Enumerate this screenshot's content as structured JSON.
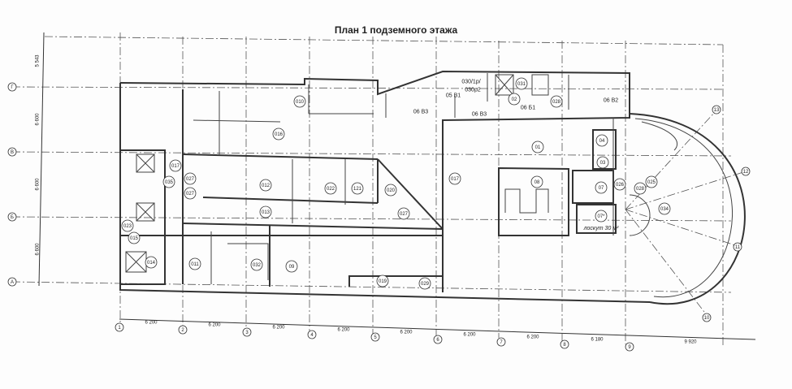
{
  "title": "План 1 подземного этажа",
  "axes": {
    "columns": [
      "1",
      "2",
      "3",
      "4",
      "5",
      "6",
      "7",
      "8",
      "9"
    ],
    "column_spacings": [
      "6 200",
      "6 200",
      "6 200",
      "6 200",
      "6 200",
      "6 200",
      "6 200",
      "6 180",
      "9 920"
    ],
    "rows": [
      "Г",
      "В",
      "Б",
      "А"
    ],
    "row_spacings": [
      "5 543",
      "6 600",
      "6 600",
      "6 600"
    ],
    "radial": [
      "13",
      "12",
      "11",
      "10"
    ]
  },
  "rooms": [
    "016",
    "010",
    "012",
    "022",
    "121",
    "020",
    "013",
    "027",
    "011",
    "032",
    "09",
    "019",
    "029",
    "017",
    "08",
    "01",
    "04",
    "03",
    "07",
    "07*",
    "026",
    "028",
    "025",
    "034",
    "031",
    "030/1р/",
    "030р2",
    "05 В1",
    "06 В3",
    "06 В3",
    "02",
    "06 Б1",
    "028",
    "06 В2",
    "017",
    "035",
    "027",
    "027",
    "023",
    "015",
    "014"
  ],
  "notes": {
    "handwritten": "лоскут 30 м²"
  }
}
